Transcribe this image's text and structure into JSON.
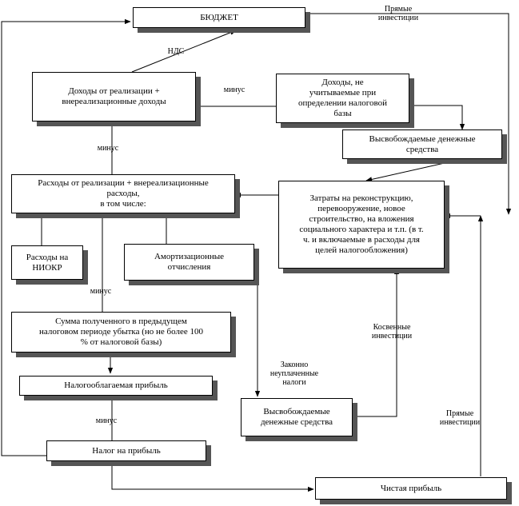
{
  "boxes": {
    "budget": "БЮДЖЕТ",
    "revenue": "Доходы от реализации +\nвнереализационные доходы",
    "non_taxable_income": "Доходы, не\nучитываемые при\nопределении налоговой\nбазы",
    "released_funds_top": "Высвобождаемые денежные\nсредства",
    "expenses": "Расходы от реализации + внереализационные\nрасходы,\nв том числе:",
    "reconstruction": "Затраты на реконструкцию,\nперевооружение, новое\nстроительство, на вложения\nсоциального характера и т.п. (в т.\nч. и включаемые в расходы для\nцелей налогообложения)",
    "rnd": "Расходы на\nНИОКР",
    "depreciation": "Амортизационные\nотчисления",
    "prior_loss": "Сумма полученного в предыдущем\nналоговом периоде убытка (но не более 100\n% от налоговой базы)",
    "taxable_profit": "Налогооблагаемая прибыль",
    "released_funds_bottom": "Высвобождаемые\nденежные средства",
    "profit_tax": "Налог на прибыль",
    "net_profit": "Чистая прибыль"
  },
  "labels": {
    "direct_investments_top": "Прямые\nинвестиции",
    "vat": "НДС",
    "minus_1": "минус",
    "minus_2": "минус",
    "minus_3": "минус",
    "minus_4": "минус",
    "indirect_investments": "Косвенные\nинвестиции",
    "legally_unpaid_taxes": "Законно\nнеуплаченные\nналоги",
    "direct_investments_bottom": "Прямые\nинвестиции"
  }
}
